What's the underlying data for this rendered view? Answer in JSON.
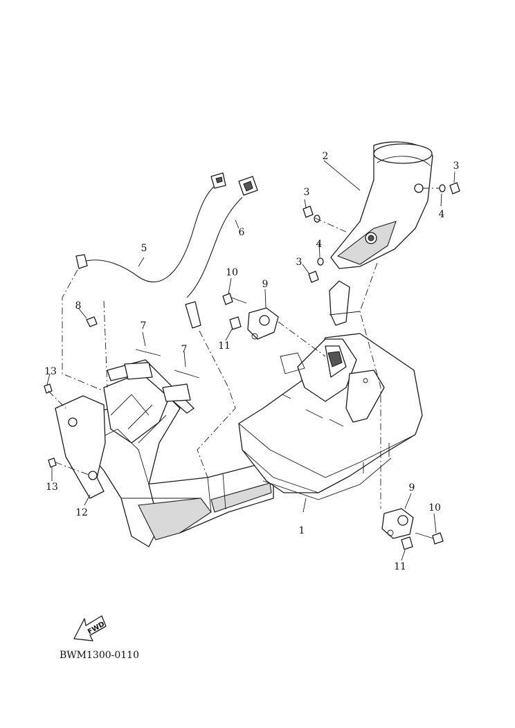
{
  "diagram": {
    "callouts": {
      "c1": "1",
      "c2": "2",
      "c3a": "3",
      "c3b": "3",
      "c3c": "3",
      "c4a": "4",
      "c4b": "4",
      "c5": "5",
      "c6": "6",
      "c7a": "7",
      "c7b": "7",
      "c8": "8",
      "c9a": "9",
      "c9b": "9",
      "c10a": "10",
      "c10b": "10",
      "c11a": "11",
      "c11b": "11",
      "c12": "12",
      "c13a": "13",
      "c13b": "13"
    },
    "fwd_label": "FWD",
    "diagram_code": "BWM1300-0110"
  }
}
